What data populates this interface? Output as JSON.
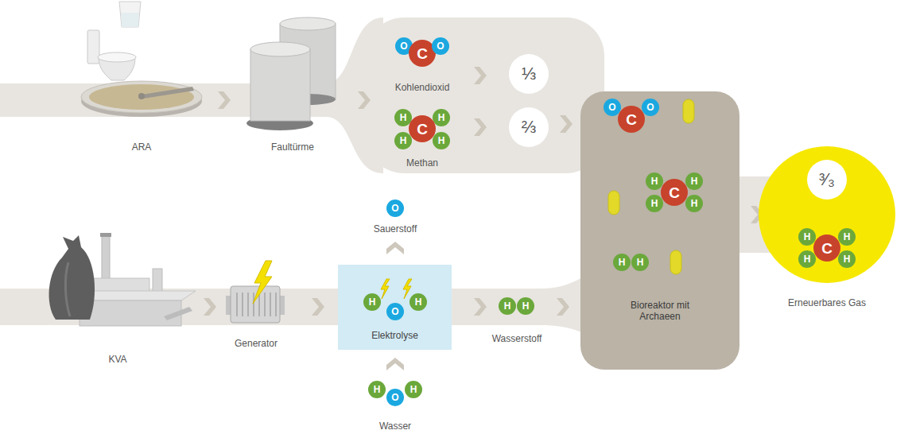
{
  "diagram": {
    "nodes": [
      {
        "text": [
          "O"
        ]
      },
      {
        "text": [
          "C"
        ]
      },
      {
        "text": [
          "O"
        ]
      },
      {
        "text": [
          "⅓"
        ]
      },
      {
        "text": [
          "H"
        ]
      },
      {
        "text": [
          "H"
        ]
      },
      {
        "text": [
          "C"
        ]
      },
      {
        "text": [
          "H"
        ]
      },
      {
        "text": [
          "H"
        ]
      },
      {
        "text": [
          "⅔"
        ]
      },
      {
        "text": [
          "O"
        ]
      },
      {
        "text": [
          "Elektrolyse"
        ]
      },
      {
        "text": [
          "H"
        ],
        "in": 11
      },
      {
        "text": [
          "O"
        ],
        "in": 11
      },
      {
        "text": [
          "H"
        ],
        "in": 11
      },
      {
        "text": [
          "H"
        ]
      },
      {
        "text": [
          "O"
        ]
      },
      {
        "text": [
          "H"
        ]
      },
      {
        "text": [
          "H"
        ]
      },
      {
        "text": [
          "H"
        ]
      },
      {
        "text": [
          "Bioreaktor mit Archaeen"
        ]
      },
      {
        "text": [
          "O"
        ],
        "in": 20
      },
      {
        "text": [
          "C"
        ],
        "in": 20
      },
      {
        "text": [
          "O"
        ],
        "in": 20
      },
      {
        "text": [
          "H"
        ],
        "in": 20
      },
      {
        "text": [
          "H"
        ],
        "in": 20
      },
      {
        "text": [
          "C"
        ],
        "in": 20
      },
      {
        "text": [
          "H"
        ],
        "in": 20
      },
      {
        "text": [
          "H"
        ],
        "in": 20
      },
      {
        "text": [
          "H"
        ],
        "in": 20
      },
      {
        "text": [
          "H"
        ],
        "in": 20
      },
      {
        "text": [
          "Erneuerbares Gas"
        ]
      },
      {
        "text": [
          "³⁄₃"
        ],
        "in": 31
      },
      {
        "text": [
          "H"
        ],
        "in": 31
      },
      {
        "text": [
          "H"
        ],
        "in": 31
      },
      {
        "text": [
          "C"
        ],
        "in": 31
      },
      {
        "text": [
          "H"
        ],
        "in": 31
      },
      {
        "text": [
          "H"
        ],
        "in": 31
      }
    ],
    "labels": [
      "ARA",
      "Faultürme",
      "Kohlendioxid",
      "Methan",
      "Sauerstoff",
      "KVA",
      "Generator",
      "Wasserstoff",
      "Wasser"
    ]
  }
}
